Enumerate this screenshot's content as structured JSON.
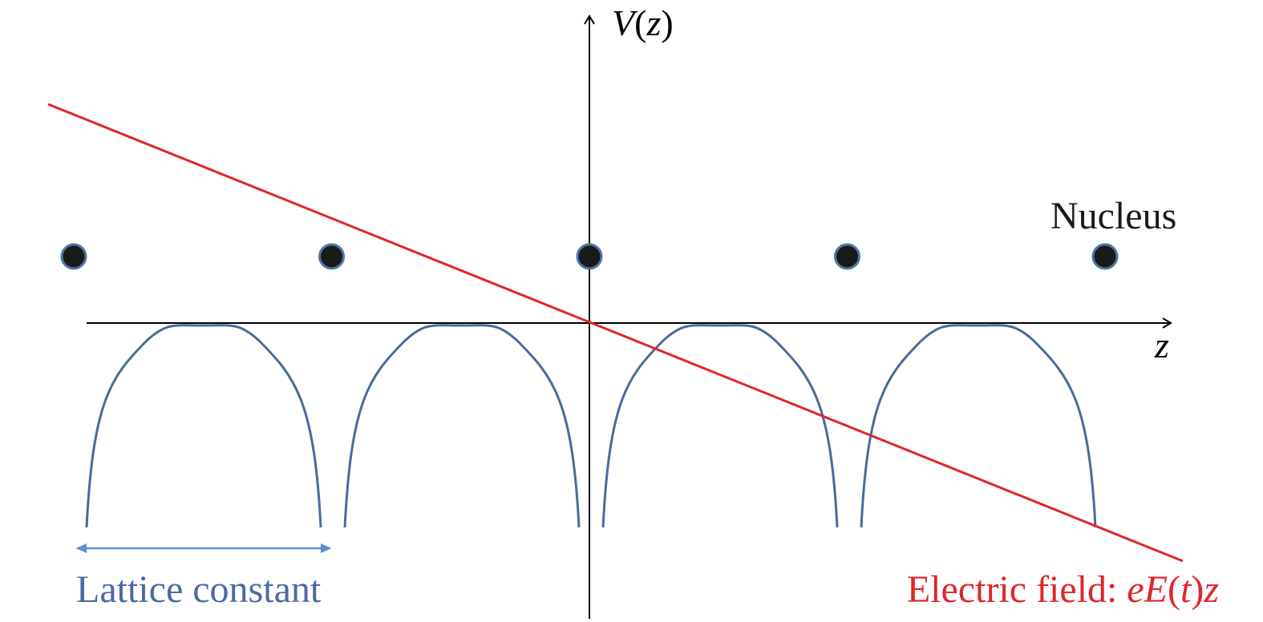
{
  "labels": {
    "y_axis": {
      "name": "V",
      "open": "(",
      "var": "z",
      "close": ")"
    },
    "x_axis": "z",
    "nucleus": "Nucleus",
    "lattice_constant": "Lattice constant",
    "electric_field": {
      "prefix": "Electric field: ",
      "e": "eE",
      "open": "(",
      "t": "t",
      "close": ")",
      "z": "z"
    }
  },
  "colors": {
    "axis": "#000000",
    "field_line": "#e0262b",
    "potential": "#4a6a9c",
    "nucleus_fill": "#1a1a1a",
    "nucleus_stroke": "#4f76a8",
    "lattice_arrow": "#5b8dd0",
    "lattice_text": "#4a6aa5",
    "field_text": "#e0262b"
  },
  "nucleus_count": 5,
  "potential_well_count": 4
}
